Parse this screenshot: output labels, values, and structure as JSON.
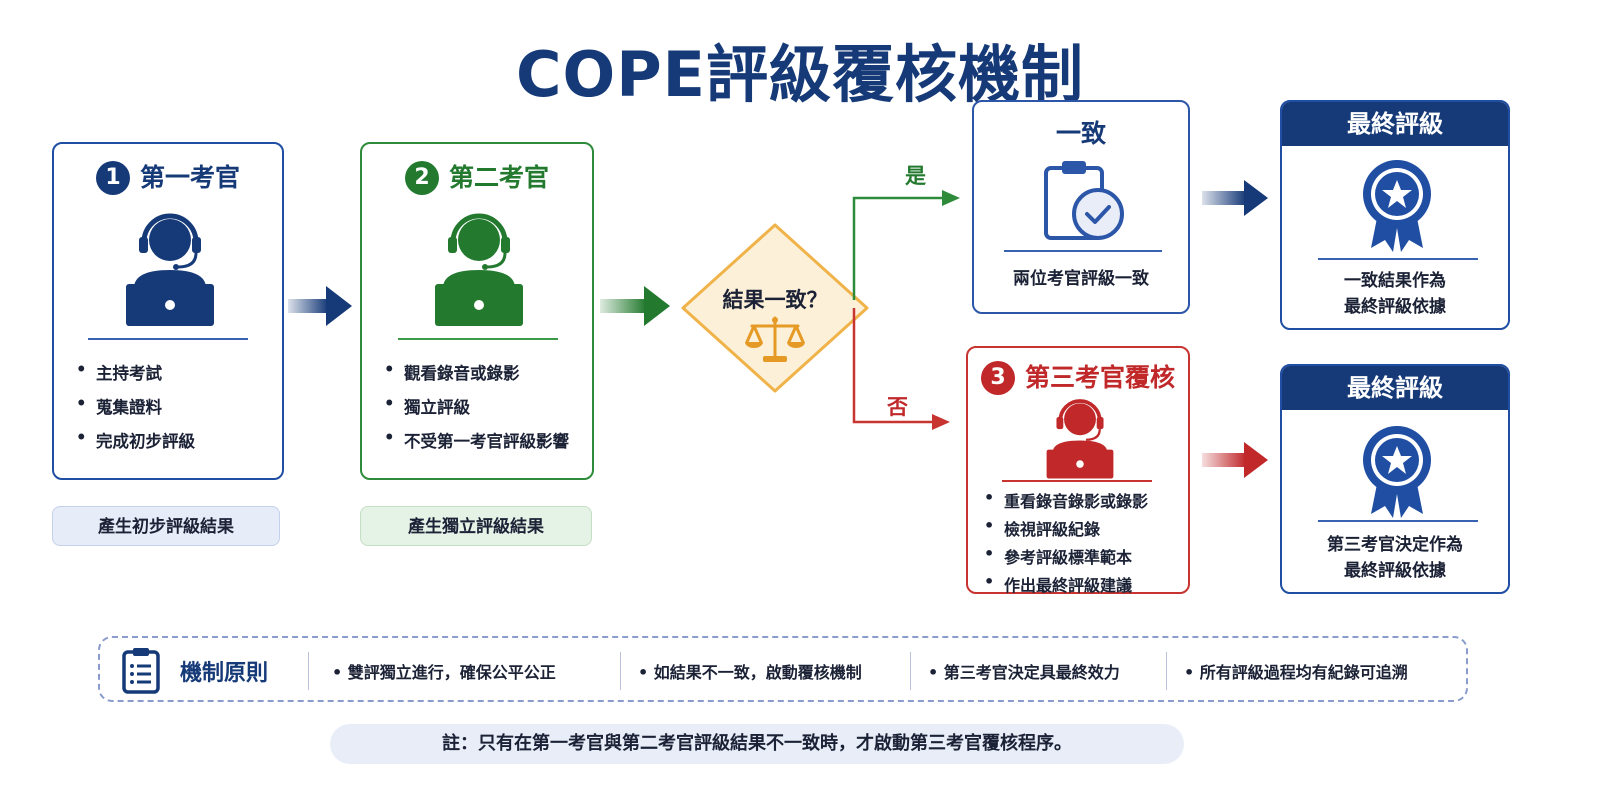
{
  "title": "COPE評級覆核機制",
  "examiner1": {
    "number": "1",
    "title": "第一考官",
    "bullets": [
      "主持考試",
      "蒐集證料",
      "完成初步評級"
    ],
    "result": "產生初步評級結果"
  },
  "examiner2": {
    "number": "2",
    "title": "第二考官",
    "bullets": [
      "觀看錄音或錄影",
      "獨立評級",
      "不受第一考官評級影響"
    ],
    "result": "產生獨立評級結果"
  },
  "decision": {
    "question": "結果一致？",
    "yes": "是",
    "no": "否"
  },
  "consistent": {
    "title": "一致",
    "text": "兩位考官評級一致"
  },
  "examiner3": {
    "number": "3",
    "title": "第三考官覆核",
    "bullets": [
      "重看錄音錄影或錄影",
      "檢視評級紀錄",
      "參考評級標準範本",
      "作出最終評級建議"
    ]
  },
  "final_top": {
    "title": "最終評級",
    "lines": [
      "一致結果作為",
      "最終評級依據"
    ]
  },
  "final_bottom": {
    "title": "最終評級",
    "lines": [
      "第三考官決定作為",
      "最終評級依據"
    ]
  },
  "principles": {
    "title": "機制原則",
    "items": [
      "雙評獨立進行，確保公平公正",
      "如結果不一致，啟動覆核機制",
      "第三考官決定具最終效力",
      "所有評級過程均有紀錄可追溯"
    ]
  },
  "note": "註：只有在第一考官與第二考官評級結果不一致時，才啟動第三考官覆核程序。",
  "colors": {
    "navy": "#163a78",
    "green": "#237a2f",
    "red": "#c0282a",
    "diamond_fill": "#fdf0d8",
    "diamond_border": "#f0b34a",
    "scale": "#e59a25"
  }
}
